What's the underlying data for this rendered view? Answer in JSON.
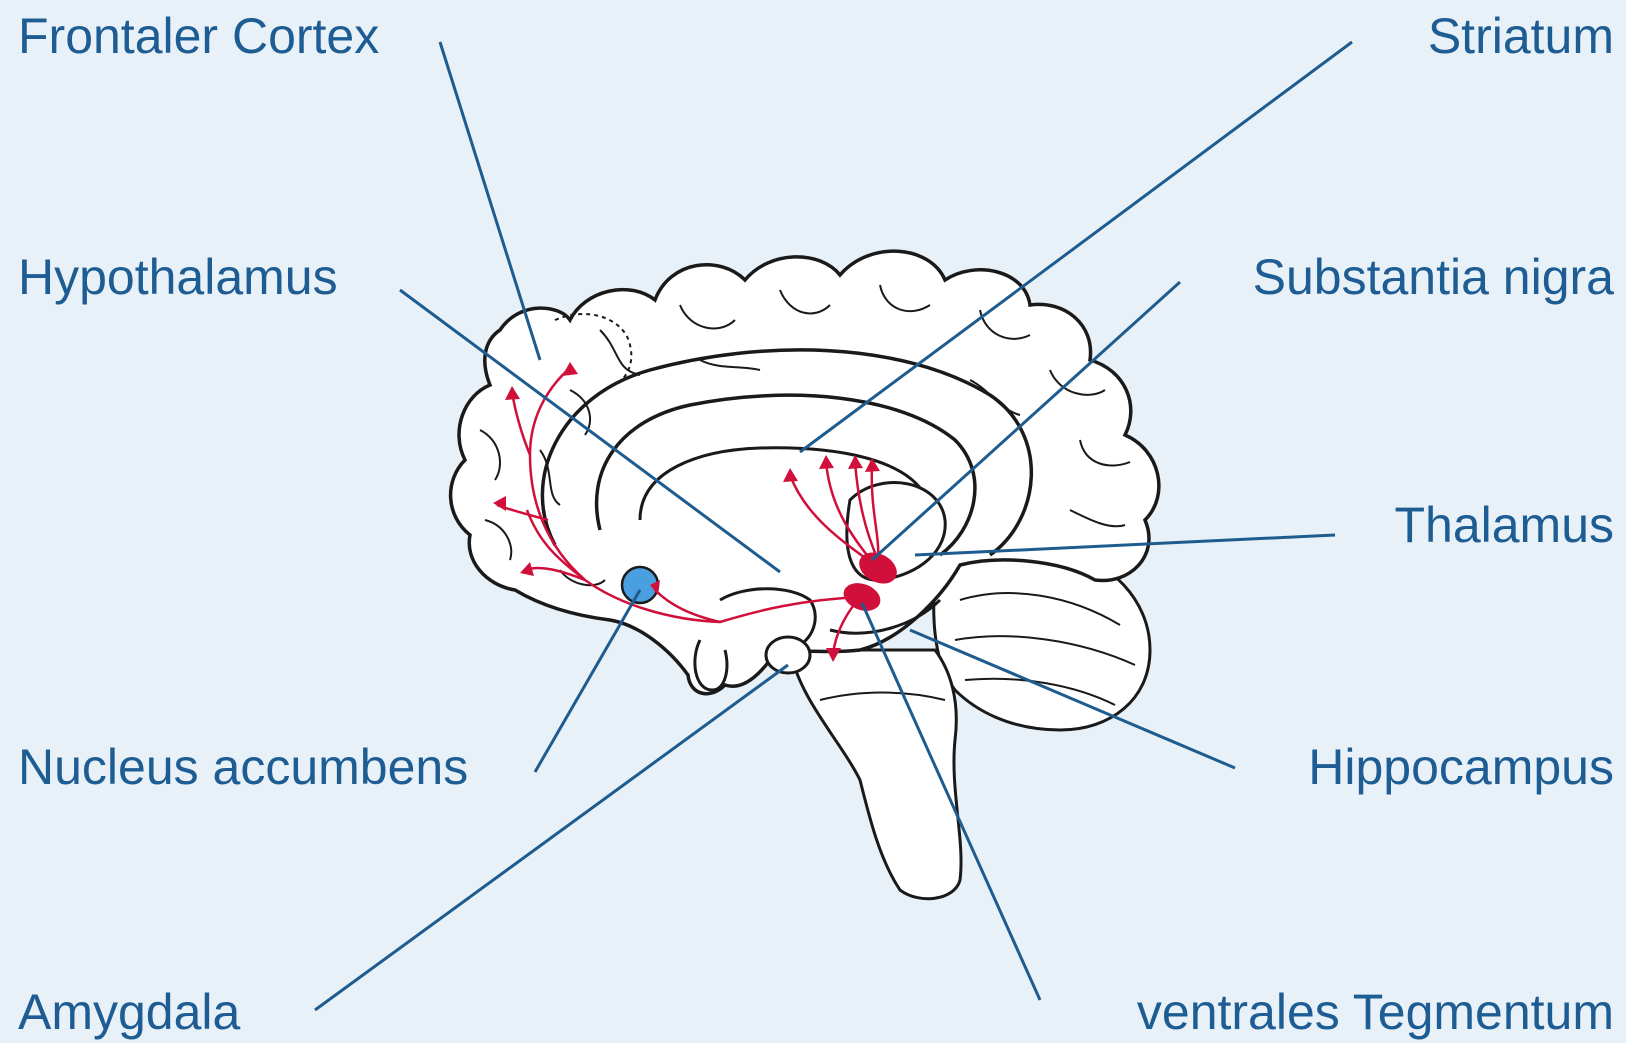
{
  "colors": {
    "background": "#e9f1f8",
    "label_text": "#1d5d93",
    "leader_line": "#1e5c8f",
    "brain_outline": "#1a1a1a",
    "brain_fill": "#ffffff",
    "dopamine_pathway": "#d0103a",
    "nucleus_accumbens": "#4a9fe0"
  },
  "labels": {
    "frontal_cortex": "Frontaler Cortex",
    "hypothalamus": "Hypothalamus",
    "nucleus_accumbens": "Nucleus accumbens",
    "amygdala": "Amygdala",
    "striatum": "Striatum",
    "substantia_nigra": "Substantia nigra",
    "thalamus": "Thalamus",
    "hippocampus": "Hippocampus",
    "ventral_tegmentum": "ventrales Tegmentum"
  }
}
